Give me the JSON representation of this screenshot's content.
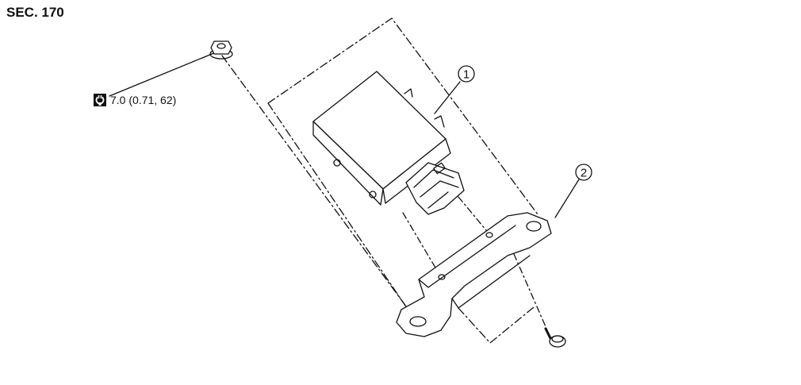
{
  "section_label": "SEC. 170",
  "torque": {
    "icon": "torque-wrench-icon",
    "value": "7.0 (0.71, 62)"
  },
  "callouts": [
    {
      "number": "1"
    },
    {
      "number": "2"
    }
  ]
}
